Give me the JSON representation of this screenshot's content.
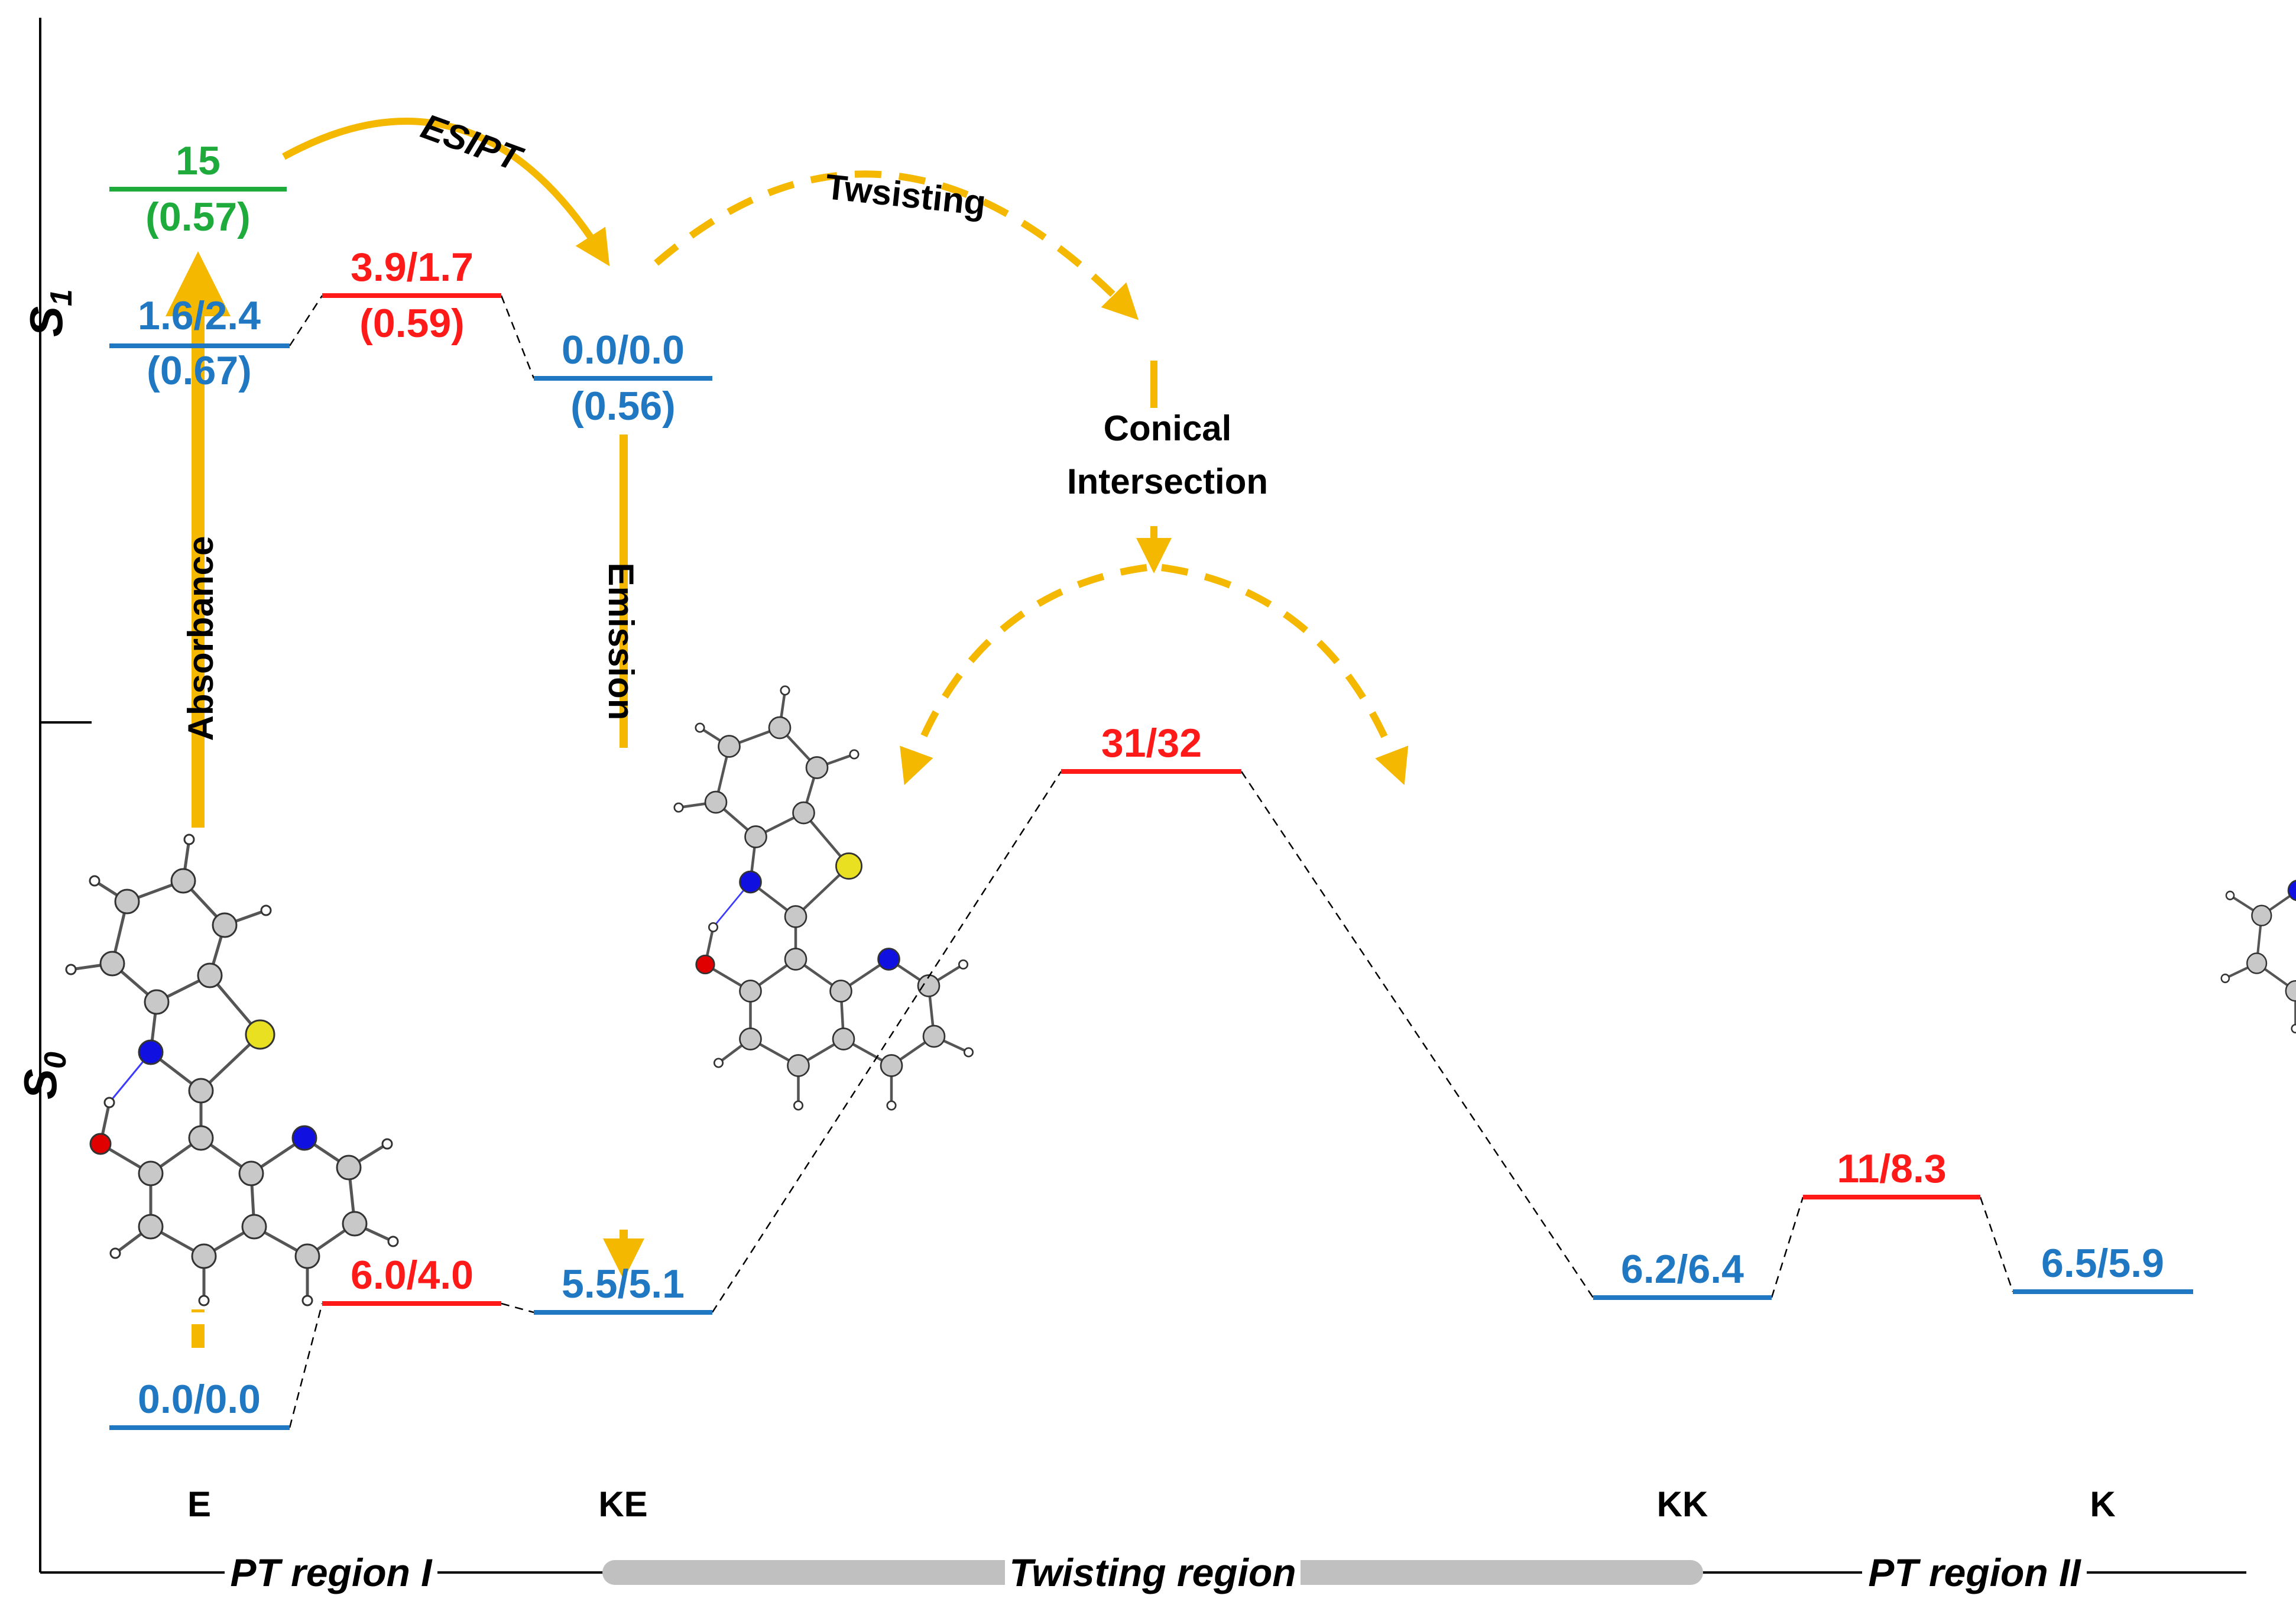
{
  "colors": {
    "minimum": "#1f78c1",
    "transition_state": "#ff1a1a",
    "s1_franck_condon": "#1faa3c",
    "arrow": "#f5b800",
    "twisting_bar": "#c0c0c0"
  },
  "axis": {
    "s1_label": "S",
    "s1_sub": "1",
    "s0_label": "S",
    "s0_sub": "0"
  },
  "levels": {
    "s1_fc": {
      "top": "15",
      "bottom": "(0.57)"
    },
    "s1_e": {
      "top": "1.6/2.4",
      "bottom": "(0.67)"
    },
    "s1_ts": {
      "top": "3.9/1.7",
      "bottom": "(0.59)"
    },
    "s1_ke": {
      "top": "0.0/0.0",
      "bottom": "(0.56)"
    },
    "s0_e": "0.0/0.0",
    "s0_ts1": "6.0/4.0",
    "s0_ke": "5.5/5.1",
    "s0_twist": "31/32",
    "s0_kk": "6.2/6.4",
    "s0_ts2": "11/8.3",
    "s0_k": "6.5/5.9"
  },
  "annotations": {
    "absorbance": "Absorbance",
    "emission": "Emission",
    "esipt": "ESIPT",
    "twisting": "Twsisting",
    "conical_line1": "Conical",
    "conical_line2": "Intersection"
  },
  "species": {
    "e": "E",
    "ke": "KE",
    "kk": "KK",
    "k": "K"
  },
  "regions": {
    "pt1": "PT region I",
    "twist": "Twisting region",
    "pt2": "PT region II"
  },
  "molecule_icons": [
    "benzothiazole-quinoline-e-icon",
    "benzothiazole-quinoline-ke-icon",
    "benzothiazole-quinoline-kk-icon",
    "benzothiazole-quinoline-k-icon"
  ]
}
